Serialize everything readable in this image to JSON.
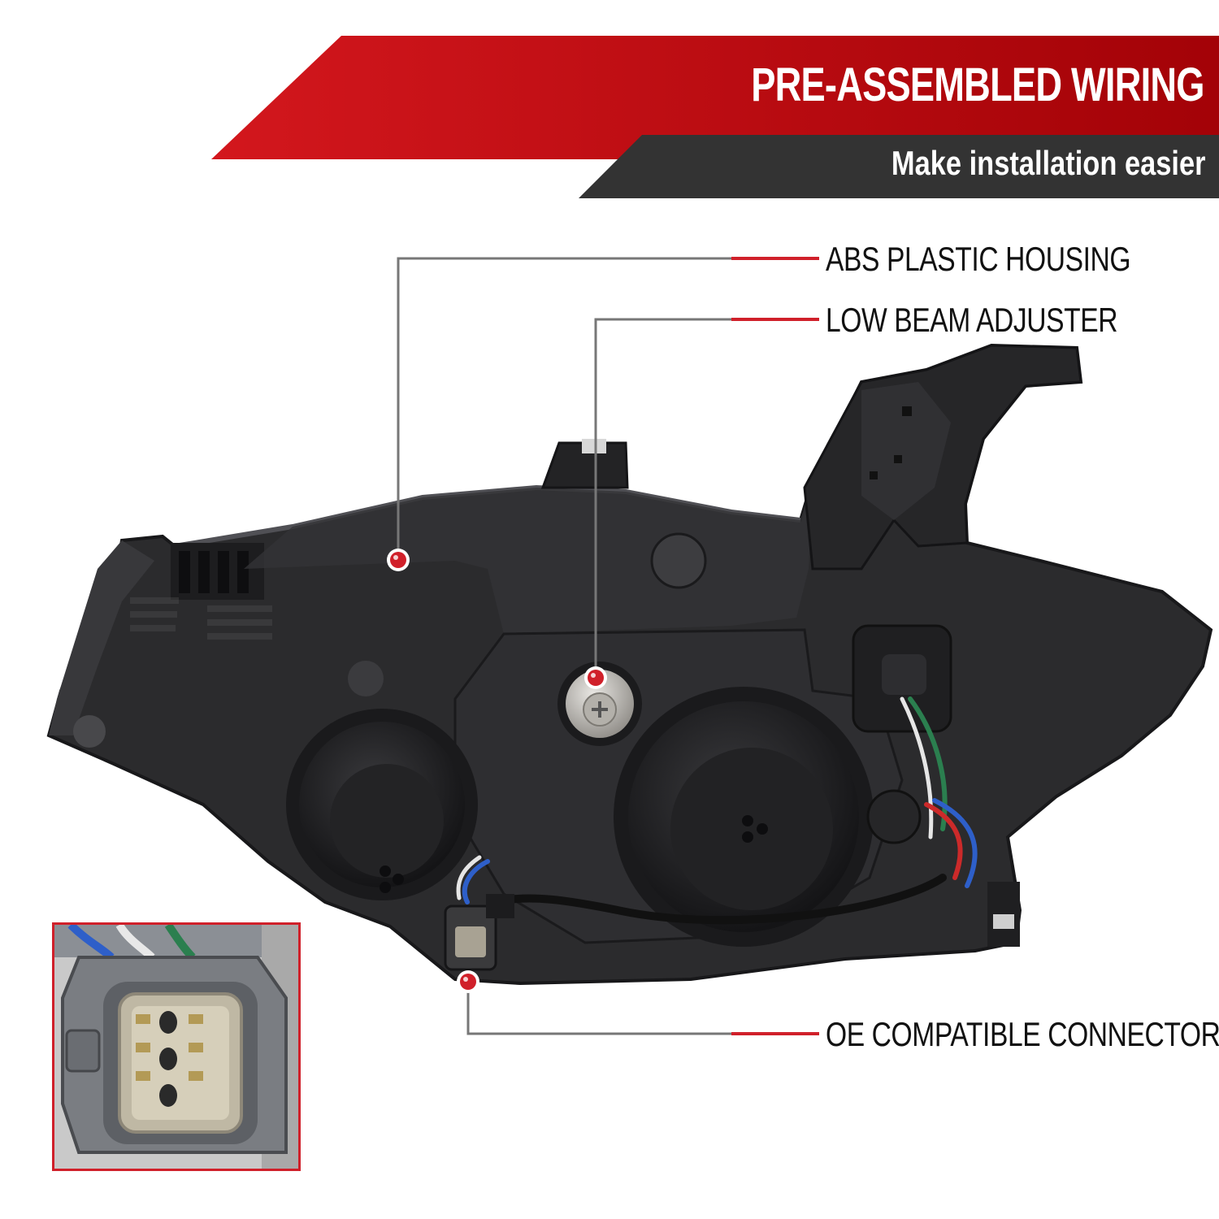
{
  "banner": {
    "title": "PRE-ASSEMBLED WIRING",
    "subtitle": "Make installation easier",
    "title_color": "#b4070c",
    "subtitle_color": "#333333"
  },
  "callouts": [
    {
      "id": "housing",
      "label": "ABS PLASTIC HOUSING"
    },
    {
      "id": "adjuster",
      "label": "LOW BEAM ADJUSTER"
    },
    {
      "id": "connector",
      "label": "OE COMPATIBLE CONNECTOR"
    }
  ],
  "colors": {
    "accent": "#d0202a",
    "housing": "#2b2b2d",
    "leader_line": "#777777"
  },
  "icons": {
    "callout_marker": "red-dot-icon"
  }
}
